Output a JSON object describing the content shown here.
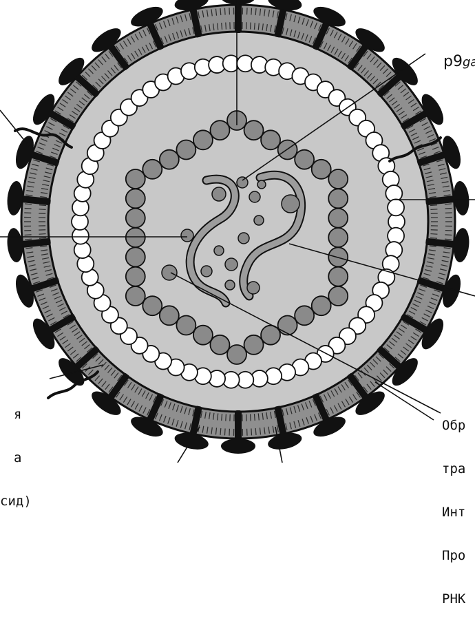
{
  "labels": {
    "top_right_protein": "p9",
    "top_right_protein_suffix": "ga",
    "bottom_left": [
      "я",
      "а",
      "сид)"
    ],
    "bottom_right": [
      "Обр",
      "тра",
      "Инт",
      "Про",
      "РНК"
    ]
  },
  "colors": {
    "background": "#ffffff",
    "envelope_band": "#8f8f8f",
    "matrix_fill": "#c8c8c8",
    "outer_bead": "#ffffff",
    "capsid_bead": "#8a8a8a",
    "glycoprotein": "#111111",
    "rna_strand": "#9c9c9c",
    "outline": "#111111"
  },
  "icons": [
    "glycoprotein-knob-icon",
    "transmembrane-protein-icon",
    "rna-strand-icon",
    "enzyme-particle-icon"
  ]
}
